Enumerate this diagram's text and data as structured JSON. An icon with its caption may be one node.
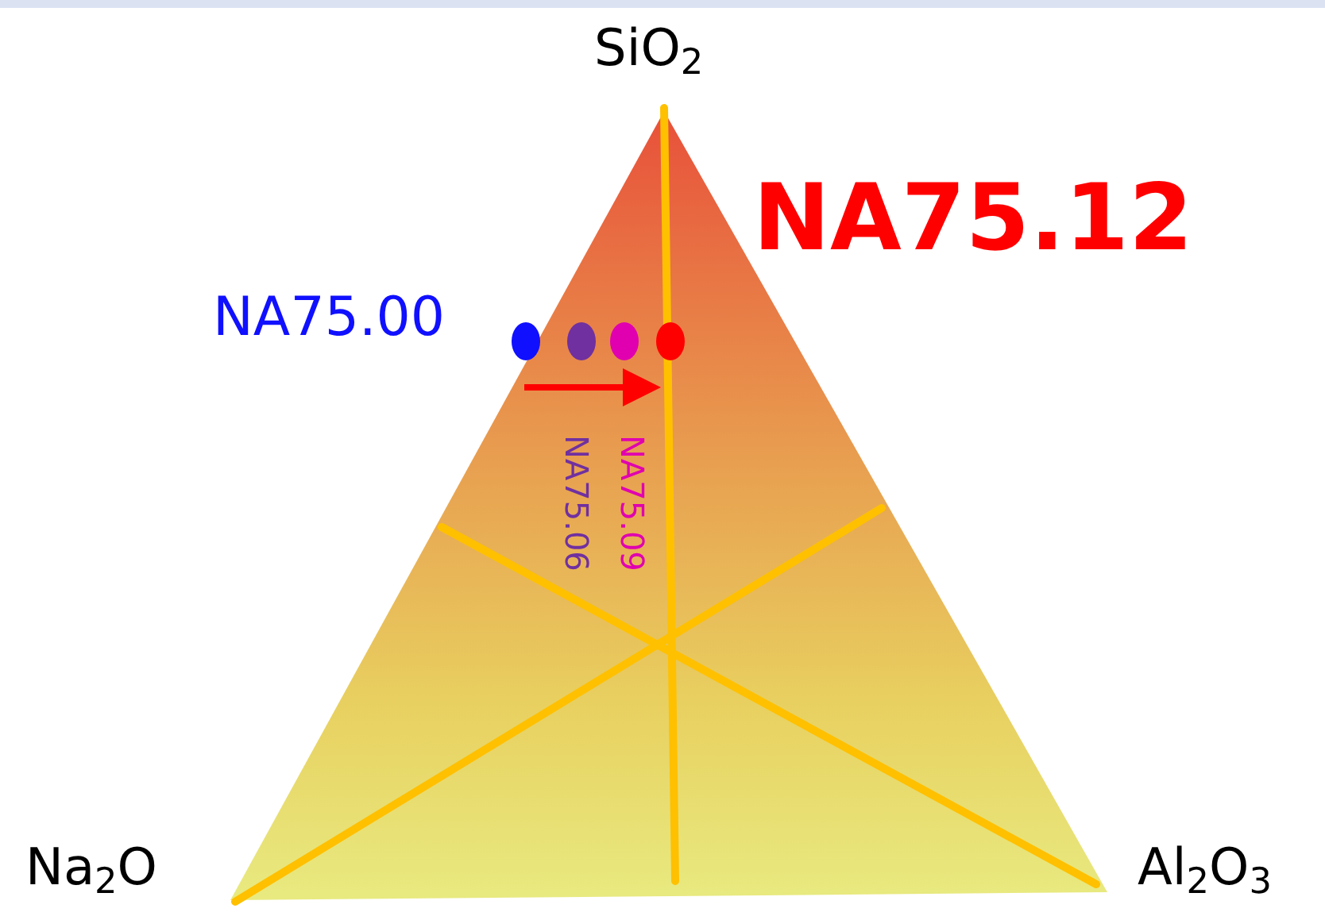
{
  "diagram": {
    "labels": [
      "SiO$_{2}$",
      "NA75.12",
      "NA75.00",
      "NA75.09",
      "NA75.06",
      "Na$_{2}$O",
      "Al$_{2}$O$_{3}$"
    ]
  }
}
